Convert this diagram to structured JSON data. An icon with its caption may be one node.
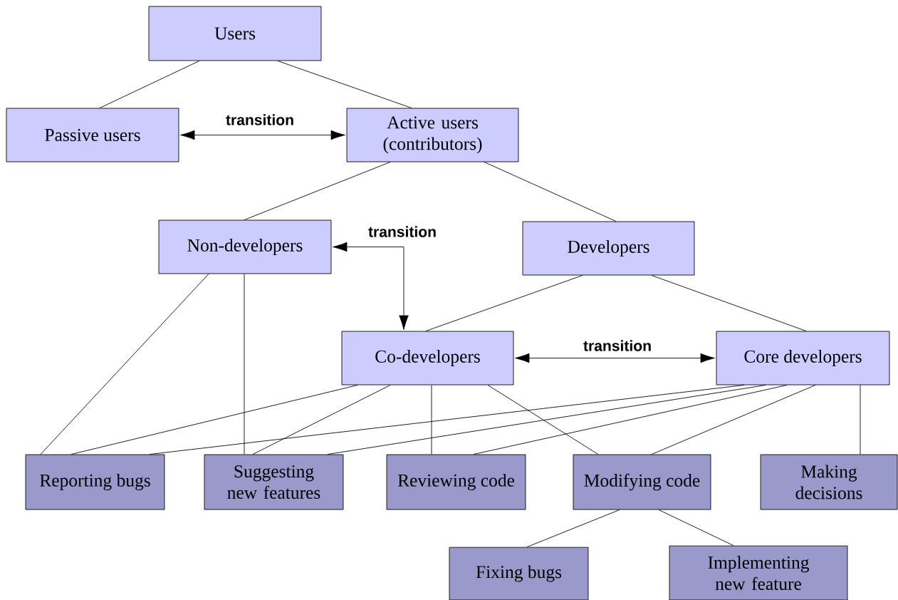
{
  "diagram": {
    "nodes": [
      {
        "text": [
          "Users"
        ]
      },
      {
        "text": [
          "Passive users"
        ]
      },
      {
        "text": [
          "Active users (contributors)"
        ]
      },
      {
        "text": [
          "Non-developers"
        ]
      },
      {
        "text": [
          "Developers"
        ]
      },
      {
        "text": [
          "Co-developers"
        ]
      },
      {
        "text": [
          "Core developers"
        ]
      },
      {
        "text": [
          "Reporting bugs"
        ]
      },
      {
        "text": [
          "Suggesting new features"
        ]
      },
      {
        "text": [
          "Reviewing code"
        ]
      },
      {
        "text": [
          "Modifying code"
        ]
      },
      {
        "text": [
          "Making decisions"
        ]
      },
      {
        "text": [
          "Fixing bugs"
        ]
      },
      {
        "text": [
          "Implementing new feature"
        ]
      }
    ],
    "edges": [
      {
        "from": 0,
        "to": 1,
        "arrow": "none"
      },
      {
        "from": 0,
        "to": 2,
        "arrow": "none"
      },
      {
        "from": 1,
        "to": 2,
        "arrow": "both",
        "label": "transition"
      },
      {
        "from": 2,
        "to": 3,
        "arrow": "none"
      },
      {
        "from": 2,
        "to": 4,
        "arrow": "none"
      },
      {
        "from": 3,
        "to": 5,
        "arrow": "both",
        "label": "transition"
      },
      {
        "from": 4,
        "to": 5,
        "arrow": "none"
      },
      {
        "from": 4,
        "to": 6,
        "arrow": "none"
      },
      {
        "from": 5,
        "to": 6,
        "arrow": "both",
        "label": "transition"
      },
      {
        "from": 3,
        "to": 7,
        "arrow": "none"
      },
      {
        "from": 3,
        "to": 8,
        "arrow": "none"
      },
      {
        "from": 5,
        "to": 7,
        "arrow": "none"
      },
      {
        "from": 5,
        "to": 8,
        "arrow": "none"
      },
      {
        "from": 5,
        "to": 9,
        "arrow": "none"
      },
      {
        "from": 5,
        "to": 10,
        "arrow": "none"
      },
      {
        "from": 6,
        "to": 7,
        "arrow": "none"
      },
      {
        "from": 6,
        "to": 8,
        "arrow": "none"
      },
      {
        "from": 6,
        "to": 9,
        "arrow": "none"
      },
      {
        "from": 6,
        "to": 10,
        "arrow": "none"
      },
      {
        "from": 6,
        "to": 11,
        "arrow": "none"
      },
      {
        "from": 10,
        "to": 12,
        "arrow": "none"
      },
      {
        "from": 10,
        "to": 13,
        "arrow": "none"
      }
    ]
  }
}
